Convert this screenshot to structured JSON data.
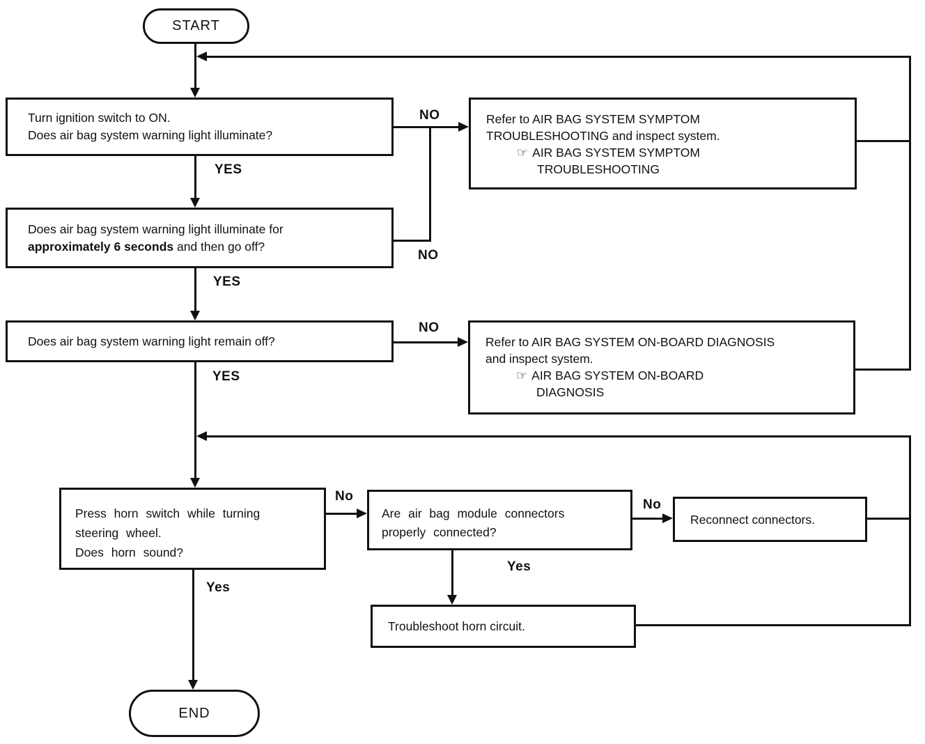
{
  "flowchart": {
    "colors": {
      "line": "#111111",
      "background": "#ffffff"
    },
    "start": {
      "label": "START"
    },
    "end": {
      "label": "END"
    },
    "q_ignition": {
      "line1": "Turn ignition switch to ON.",
      "line2": "Does air bag system warning light illuminate?"
    },
    "q_six_seconds": {
      "line1": "Does air bag system warning light illuminate for",
      "bold": "approximately 6 seconds",
      "rest": " and then go off?"
    },
    "q_remain_off": {
      "label": "Does air bag system warning light remain off?"
    },
    "ref_symptom": {
      "line1": "Refer to AIR BAG SYSTEM SYMPTOM",
      "line2": "TROUBLESHOOTING and inspect system.",
      "ref_icon": "☞",
      "ref_line1": "AIR BAG SYSTEM SYMPTOM",
      "ref_line2": "TROUBLESHOOTING"
    },
    "ref_onboard": {
      "line1": "Refer to AIR BAG SYSTEM ON-BOARD DIAGNOSIS",
      "line2": "and inspect system.",
      "ref_icon": "☞",
      "ref_line1": "AIR BAG SYSTEM ON-BOARD",
      "ref_line2": "DIAGNOSIS"
    },
    "q_horn": {
      "line1": "Press horn switch while turning",
      "line2": "steering wheel.",
      "line3": "Does horn sound?"
    },
    "q_connectors": {
      "line1": "Are air bag module connectors",
      "line2": "properly connected?"
    },
    "a_reconnect": {
      "label": "Reconnect connectors."
    },
    "a_horn_circuit": {
      "label": "Troubleshoot horn circuit."
    },
    "labels": {
      "yes1": "YES",
      "no1": "NO",
      "yes2": "YES",
      "no2": "NO",
      "yes3": "YES",
      "no3": "NO",
      "no4": "No",
      "yes4": "Yes",
      "no5": "No",
      "yes5": "Yes"
    }
  }
}
